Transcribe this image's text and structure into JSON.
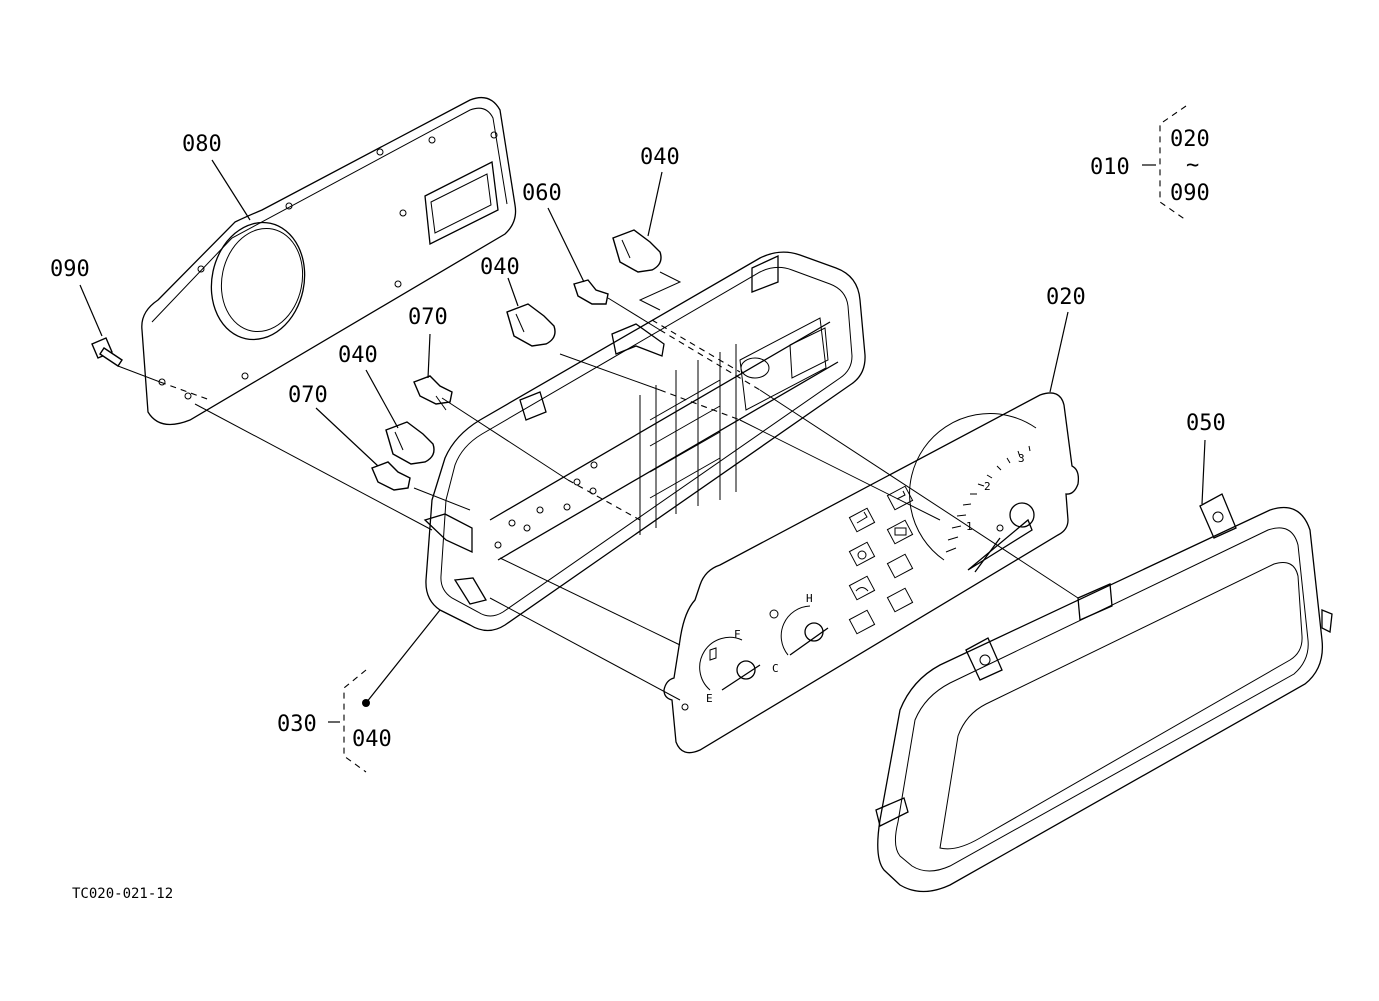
{
  "labels": {
    "p080": "080",
    "p090": "090",
    "p040a": "040",
    "p060": "060",
    "p040b": "040",
    "p070a": "070",
    "p040c": "040",
    "p070b": "070",
    "p020": "020",
    "p050": "050",
    "p030": "030",
    "p030_sub": "040",
    "p010": "010",
    "p010_from": "020",
    "p010_tilde": "~",
    "p010_to": "090"
  },
  "figure_code": "TC020-021-12",
  "gauges": {
    "fuel_full": "F",
    "fuel_empty": "E",
    "temp_hot": "H",
    "temp_cold": "C",
    "tach_1": "1",
    "tach_2": "2",
    "tach_3": "3"
  }
}
